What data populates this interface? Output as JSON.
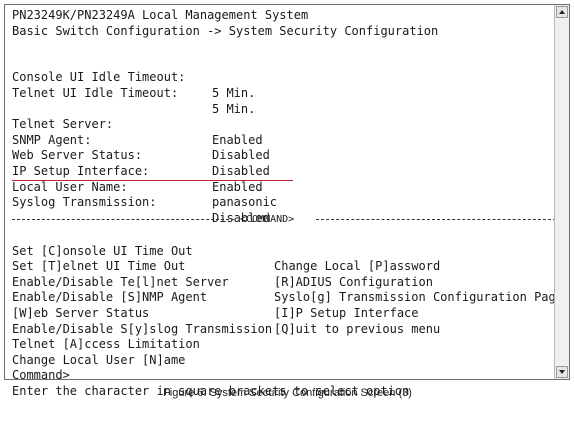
{
  "header": {
    "line1": "PN23249K/PN23249A Local Management System",
    "line2": "Basic Switch Configuration -> System Security Configuration"
  },
  "timeouts": [
    {
      "label": "Console UI Idle Timeout:",
      "value": "5 Min."
    },
    {
      "label": "Telnet UI Idle Timeout:",
      "value": "5 Min."
    }
  ],
  "settings": [
    {
      "label": "Telnet Server:",
      "value": "Enabled"
    },
    {
      "label": "SNMP Agent:",
      "value": "Disabled"
    },
    {
      "label": "Web Server Status:",
      "value": "Disabled"
    },
    {
      "label": "IP Setup Interface:",
      "value": "Enabled"
    },
    {
      "label": "Local User Name:",
      "value": "panasonic"
    },
    {
      "label": "Syslog Transmission:",
      "value": "Disabled"
    }
  ],
  "command_divider": "<COMMAND>",
  "commands_left": [
    "Set [C]onsole UI Time Out",
    "Set [T]elnet UI Time Out",
    "Enable/Disable Te[l]net Server",
    "Enable/Disable [S]NMP Agent",
    "[W]eb Server Status",
    "Enable/Disable S[y]slog Transmission",
    "Telnet [A]ccess Limitation",
    "Change Local User [N]ame"
  ],
  "commands_right": [
    "Change Local [P]assword",
    "[R]ADIUS Configuration",
    "Syslo[g] Transmission Configuration Page",
    "[I]P Setup Interface",
    "[Q]uit to previous menu"
  ],
  "prompt": "Command>",
  "hint": "Enter the character in square brackets to select option",
  "caption": "Figure 6. System Security Configuration Screen (3)",
  "colors": {
    "highlight_underline": "#c8202e"
  }
}
